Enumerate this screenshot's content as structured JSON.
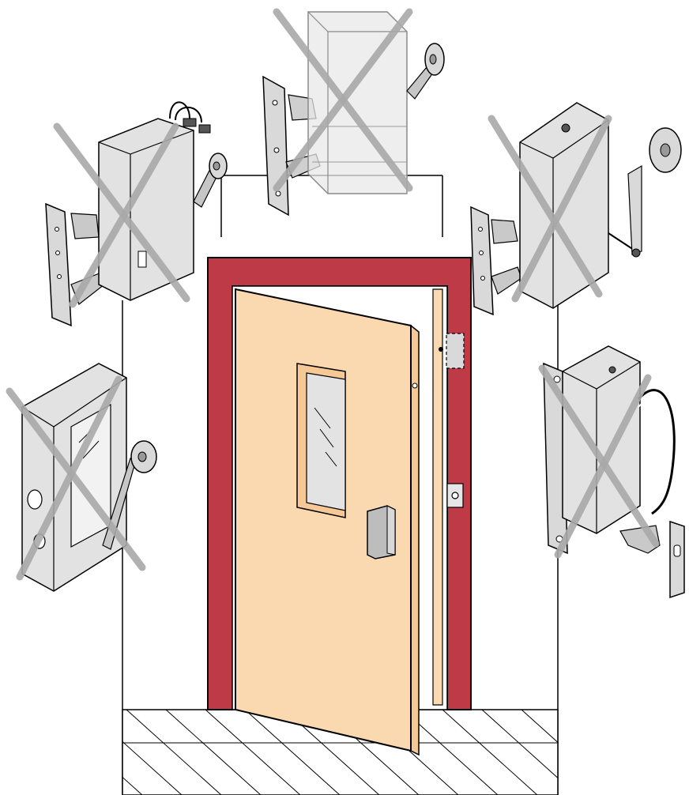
{
  "scene": {
    "subject": "open-door-with-frame",
    "door_color": "#fbd9b0",
    "door_edge_color": "#f5c896",
    "frame_color": "#be3a47",
    "lock_metal_color": "#d9d9d9",
    "cross_color": "#a9a9a9",
    "floor_hatch_color": "#000000"
  },
  "locks": [
    {
      "id": "lock-top-center",
      "crossed": true
    },
    {
      "id": "lock-top-left",
      "crossed": true
    },
    {
      "id": "lock-top-right",
      "crossed": true
    },
    {
      "id": "lock-mid-left",
      "crossed": true
    },
    {
      "id": "lock-mid-right",
      "crossed": true
    }
  ]
}
